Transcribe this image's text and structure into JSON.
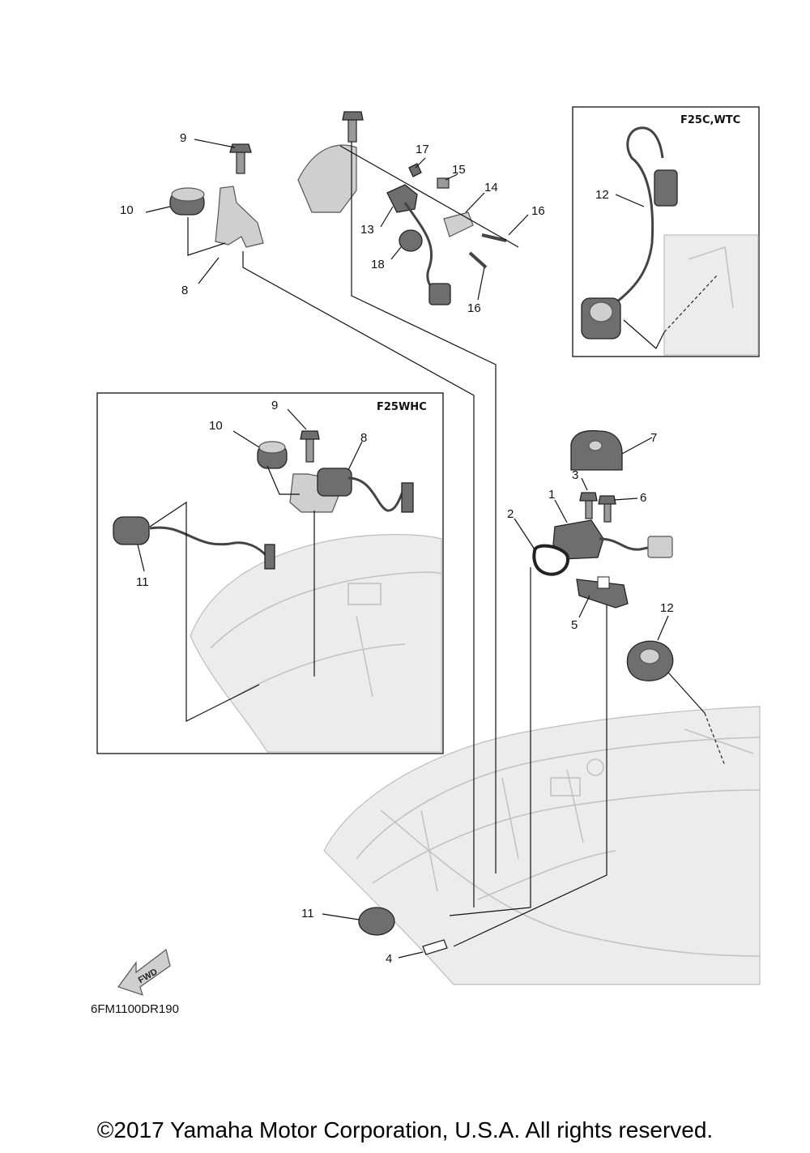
{
  "insets": {
    "f25c_wtc": {
      "title": "F25C,WTC"
    },
    "f25whc": {
      "title": "F25WHC"
    }
  },
  "callouts": {
    "top_9": "9",
    "top_10": "10",
    "top_8": "8",
    "top_17": "17",
    "top_15": "15",
    "top_14": "14",
    "top_16a": "16",
    "top_13": "13",
    "top_18": "18",
    "top_16b": "16",
    "wtc_12": "12",
    "whc_9": "9",
    "whc_10": "10",
    "whc_8": "8",
    "whc_11": "11",
    "mid_7": "7",
    "mid_3": "3",
    "mid_6": "6",
    "mid_1": "1",
    "mid_2": "2",
    "mid_5": "5",
    "mid_12": "12",
    "bot_11": "11",
    "bot_4": "4"
  },
  "fwd_label": "FWD",
  "diagram_code": "6FM1100DR190",
  "copyright": "©2017 Yamaha Motor Corporation, U.S.A. All rights reserved."
}
